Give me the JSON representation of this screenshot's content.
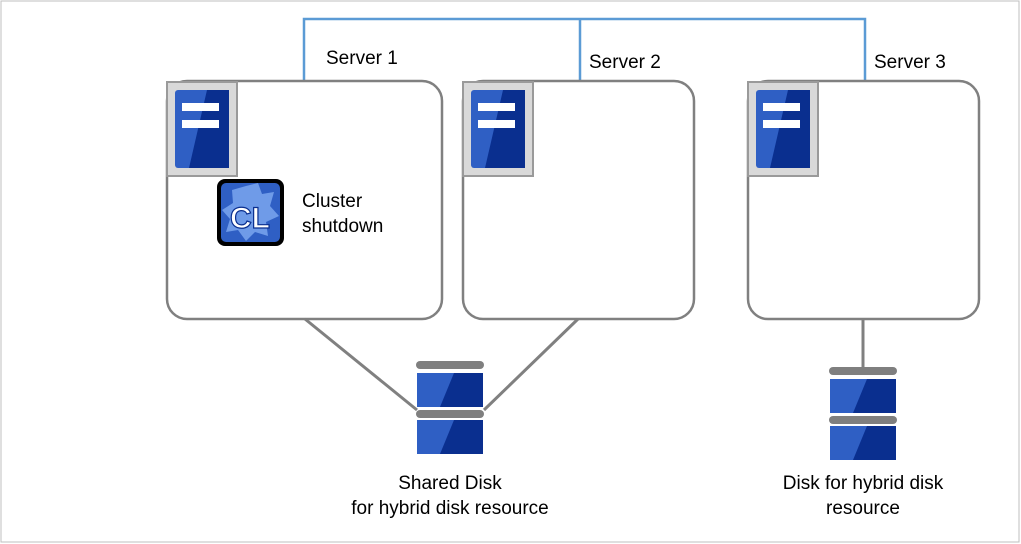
{
  "servers": [
    {
      "label": "Server 1"
    },
    {
      "label": "Server 2"
    },
    {
      "label": "Server 3"
    }
  ],
  "cluster_icon": {
    "text": "CL",
    "caption_line1": "Cluster",
    "caption_line2": "shutdown"
  },
  "shared_disk": {
    "line1": "Shared Disk",
    "line2": "for hybrid disk resource"
  },
  "hybrid_disk": {
    "line1": "Disk for hybrid disk",
    "line2": "resource"
  },
  "colors": {
    "network_line": "#5b9bd5",
    "box_border": "#808080",
    "connector": "#808080",
    "disk_blue": "#2f5fc4",
    "disk_dark": "#0a2f8f",
    "server_icon_bg": "#d9d9d9"
  },
  "icons": {
    "server": "server-icon",
    "disk": "disk-icon",
    "cluster": "cluster-shutdown-icon"
  }
}
